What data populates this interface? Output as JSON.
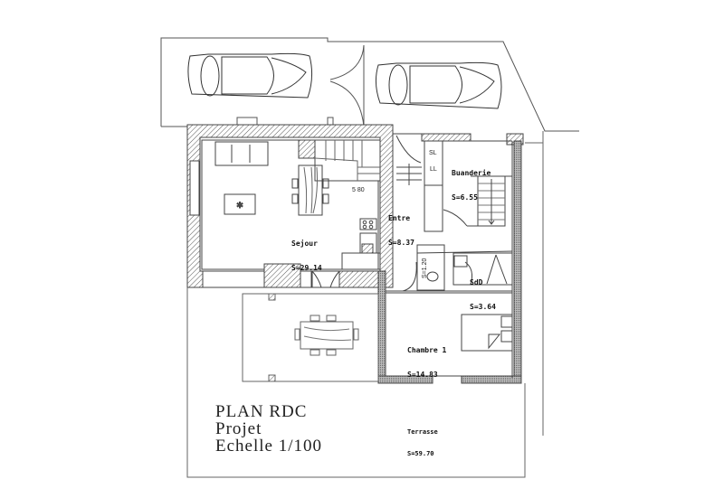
{
  "drawing": {
    "title_lines": [
      "PLAN  RDC",
      "Projet",
      "Echelle  1/100"
    ]
  },
  "rooms": [
    {
      "id": "sejour",
      "name": "Sejour",
      "area": "S=29.14"
    },
    {
      "id": "entre",
      "name": "Entre",
      "area": "S=8.37"
    },
    {
      "id": "buanderie",
      "name": "Buanderie",
      "area": "S=6.55"
    },
    {
      "id": "sdd",
      "name": "SdD",
      "area": "S=3.64"
    },
    {
      "id": "wc",
      "name": "",
      "area": "S=1.20"
    },
    {
      "id": "chambre1",
      "name": "Chambre 1",
      "area": "S=14.83"
    },
    {
      "id": "terrasse",
      "name": "Terrasse",
      "area": "S=59.70"
    }
  ],
  "annotations": {
    "stair_dimension": "5  80",
    "sl_label": "SL",
    "ll_label": "LL"
  },
  "colors": {
    "line": "#444444",
    "hatch": "#666666",
    "background": "#ffffff"
  }
}
